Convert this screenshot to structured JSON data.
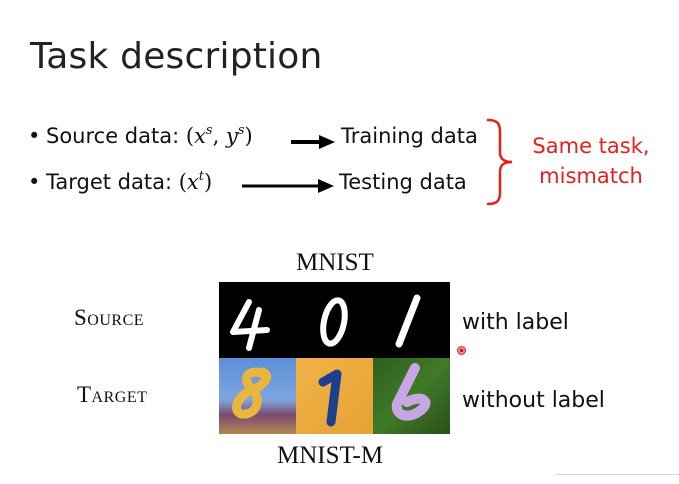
{
  "slide": {
    "title": "Task description",
    "bullets": [
      {
        "label": "Source data: ",
        "math_open": "(",
        "x": "x",
        "x_sup": "s",
        "comma": ", ",
        "y": "y",
        "y_sup": "s",
        "math_close": ")",
        "arrow_to": "Training data"
      },
      {
        "label": "Target data: ",
        "math_open": "(",
        "x": "x",
        "x_sup": "t",
        "math_close": ")",
        "arrow_to": "Testing data"
      }
    ],
    "note": {
      "line1": "Same task,",
      "line2": "mismatch",
      "color": "#e8201a"
    },
    "figure": {
      "top_caption": "MNIST",
      "bottom_caption": "MNIST-M",
      "row_labels": [
        "Source",
        "Target"
      ],
      "source_side_text": "with label",
      "target_side_text": "without label",
      "source_digits": [
        "4",
        "0",
        "1"
      ],
      "target_digits": [
        "8",
        "1",
        "6"
      ]
    }
  }
}
